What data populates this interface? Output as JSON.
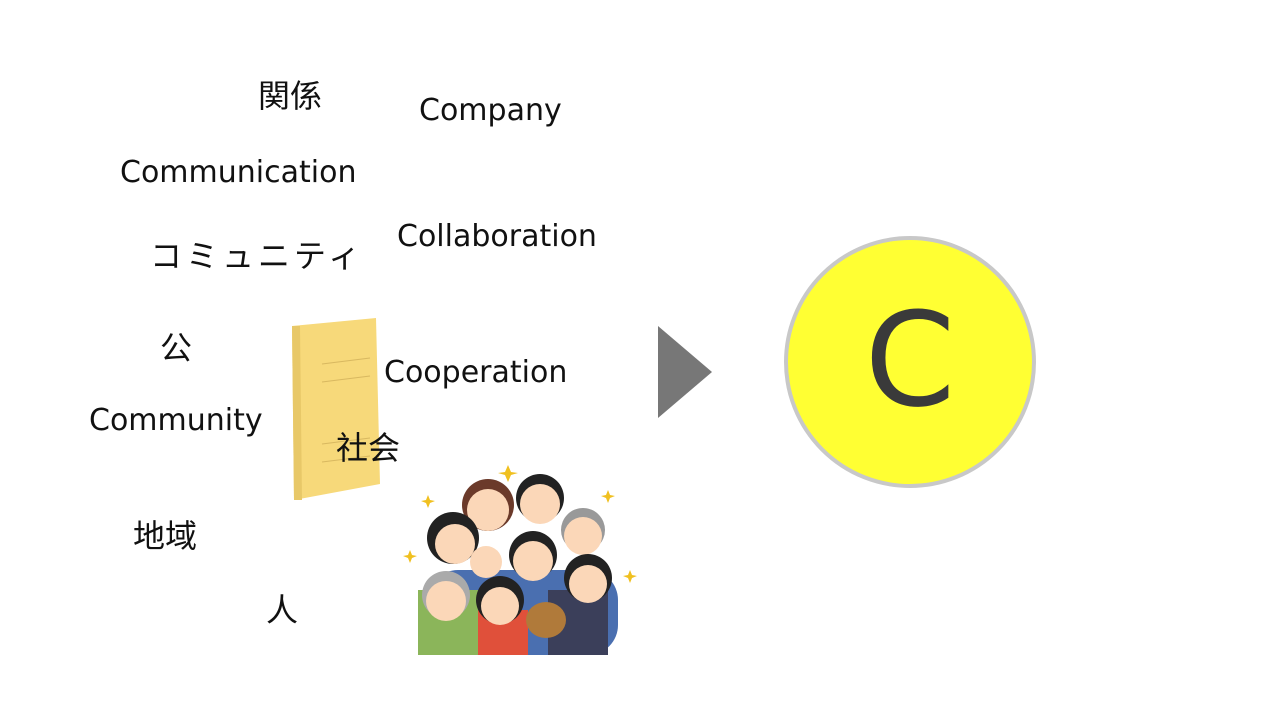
{
  "words": {
    "kankei": "関係",
    "company": "Company",
    "communication": "Communication",
    "komyuniti": "コミュニティ",
    "collaboration": "Collaboration",
    "ooyake": "公",
    "cooperation": "Cooperation",
    "community": "Community",
    "shakai": "社会",
    "chiiki": "地域",
    "hito": "人"
  },
  "result": {
    "letter": "C",
    "circle_color": "#ffff33"
  },
  "arrow_color": "#777777"
}
